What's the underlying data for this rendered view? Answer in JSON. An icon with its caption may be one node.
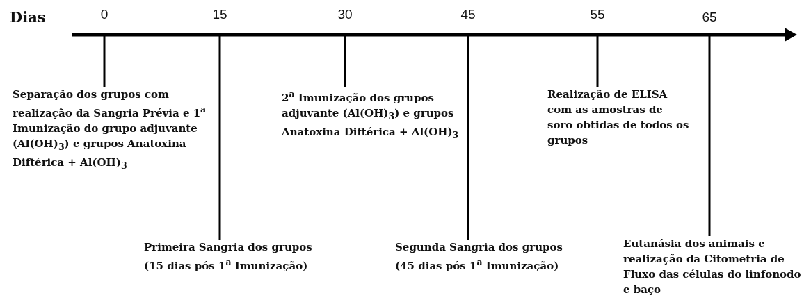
{
  "diagram": {
    "nodes": [
      {
        "text": [
          "Separação dos grupos com realização da Sangria Prévia e 1$^{a}$ Imunização do grupo adjuvante (Al(OH)$_{3}$) e grupos Anatoxina Diftérica + Al(OH)$_{3}$"
        ]
      },
      {
        "text": [
          "Primeira Sangria dos grupos (15 dias pós 1$^{a}$ Imunização)"
        ]
      },
      {
        "text": [
          "2$^{a}$ Imunização dos grupos adjuvante (Al(OH)$_{3}$) e grupos Anatoxina Diftérica + Al(OH)$_{3}$"
        ]
      },
      {
        "text": [
          "Segunda Sangria dos grupos (45 dias pós 1$^{a}$ Imunização)"
        ]
      },
      {
        "text": [
          "Realização de ELISA com as amostras de soro obtidas de todos os grupos"
        ]
      },
      {
        "text": [
          "Eutanásia dos animais e realização da Citometria de Fluxo das células do linfonodo e baço"
        ]
      }
    ],
    "edges": [
      {
        "from": 0,
        "to": null,
        "arrow": "none"
      },
      {
        "from": 1,
        "to": null,
        "arrow": "none"
      },
      {
        "from": 2,
        "to": null,
        "arrow": "none"
      },
      {
        "from": 3,
        "to": null,
        "arrow": "none"
      },
      {
        "from": 4,
        "to": null,
        "arrow": "none"
      },
      {
        "from": 5,
        "to": null,
        "arrow": "none"
      }
    ],
    "labels": [
      "Dias",
      "0",
      "15",
      "30",
      "45",
      "55",
      "65"
    ]
  }
}
